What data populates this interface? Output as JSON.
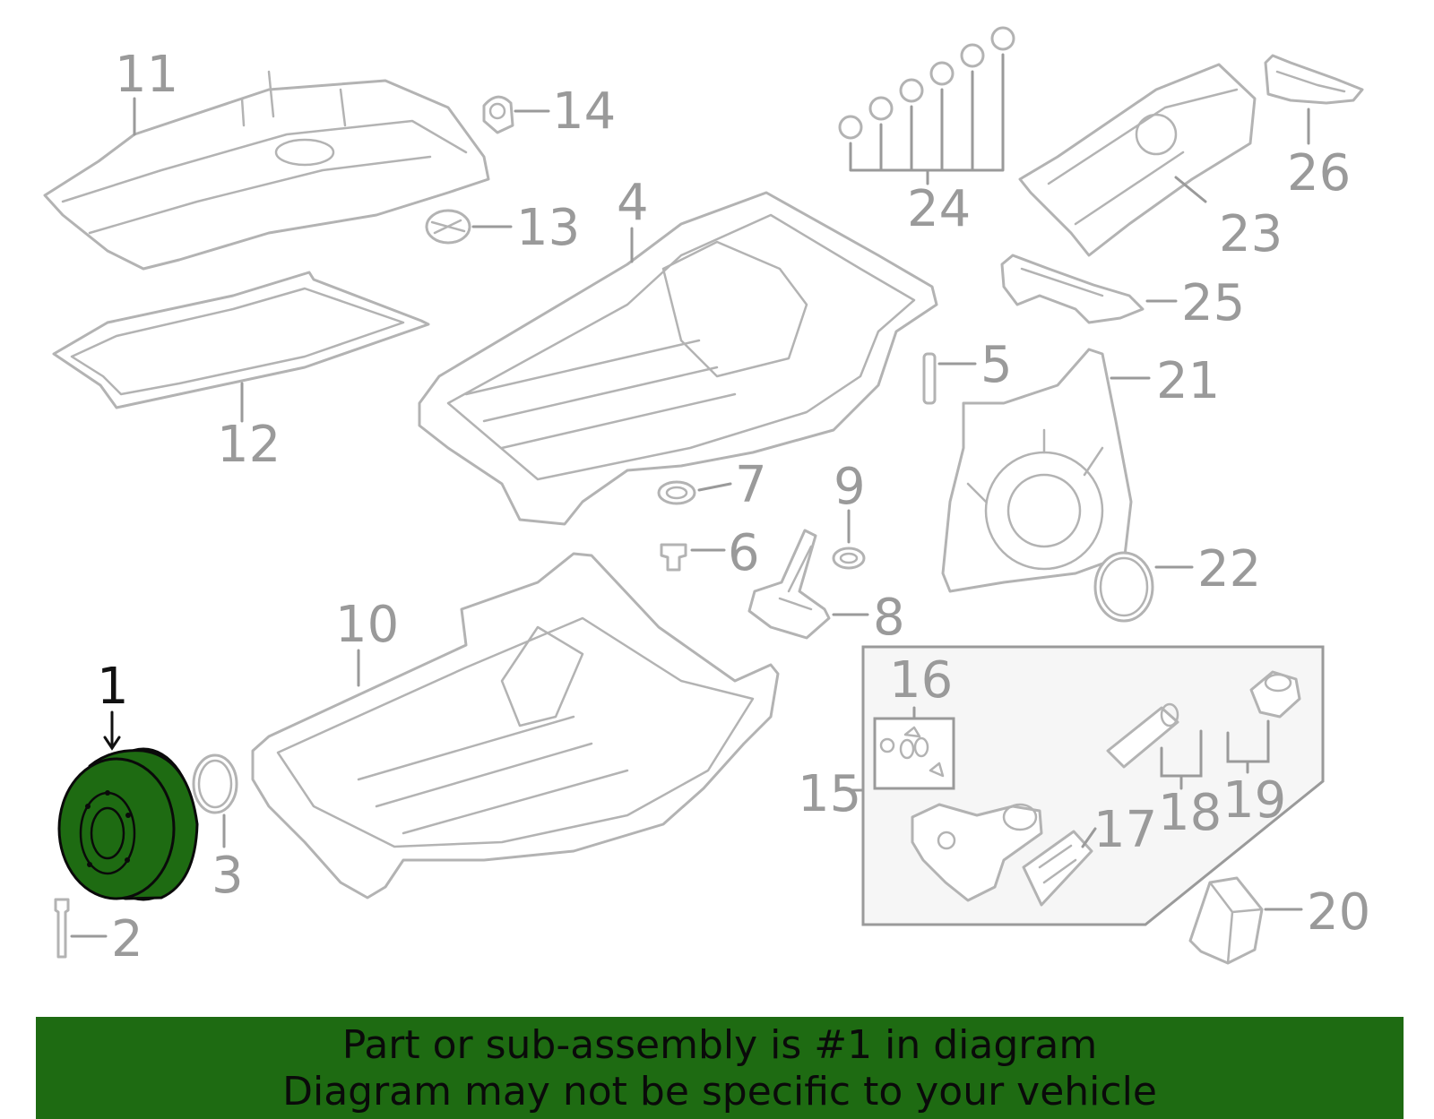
{
  "diagram": {
    "callouts": {
      "n1": "1",
      "n2": "2",
      "n3": "3",
      "n4": "4",
      "n5": "5",
      "n6": "6",
      "n7": "7",
      "n8": "8",
      "n9": "9",
      "n10": "10",
      "n11": "11",
      "n12": "12",
      "n13": "13",
      "n14": "14",
      "n15": "15",
      "n16": "16",
      "n17": "17",
      "n18": "18",
      "n19": "19",
      "n20": "20",
      "n21": "21",
      "n22": "22",
      "n23": "23",
      "n24": "24",
      "n25": "25",
      "n26": "26"
    },
    "highlighted_part": "1",
    "colors": {
      "highlight": "#1e6b12",
      "line_art": "#b3b3b3",
      "banner": "#1e6b12"
    }
  },
  "banner": {
    "line1": "Part or sub-assembly is #1 in diagram",
    "line2": "Diagram may not be specific to your vehicle"
  }
}
